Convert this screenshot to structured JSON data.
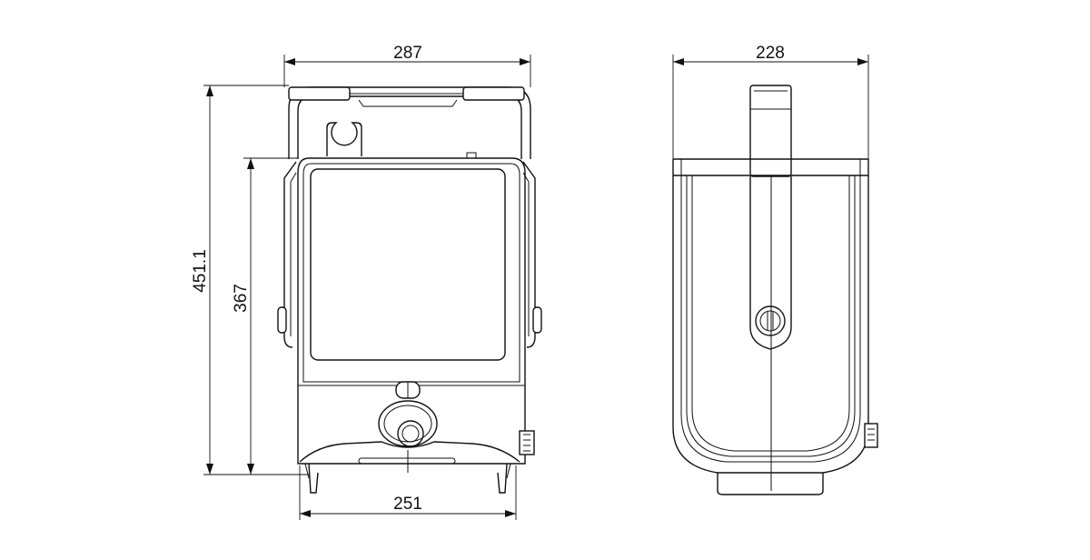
{
  "drawing": {
    "front_view": {
      "dimensions": {
        "width_top": "287",
        "width_bottom": "251",
        "height_total": "451.1",
        "height_body": "367"
      }
    },
    "side_view": {
      "dimensions": {
        "depth": "228"
      }
    }
  },
  "colors": {
    "line": "#111111",
    "background": "#ffffff"
  }
}
